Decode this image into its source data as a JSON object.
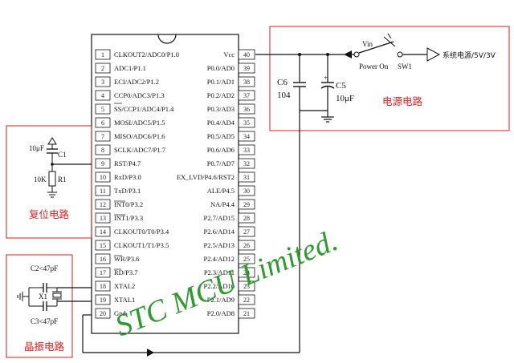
{
  "chip": {
    "left_pins": [
      {
        "num": "1",
        "label": "CLKOUT2/ADC0/P1.0"
      },
      {
        "num": "2",
        "label": "ADC1/P1.1"
      },
      {
        "num": "3",
        "label": "ECI/ADC2/P1.2"
      },
      {
        "num": "4",
        "label": "CCP0/ADC3/P1.3"
      },
      {
        "num": "5",
        "label": "SS/CCP1/ADC4/P1.4"
      },
      {
        "num": "6",
        "label": "MOSI/ADC5/P1.5"
      },
      {
        "num": "7",
        "label": "MISO/ADC6/P1.6"
      },
      {
        "num": "8",
        "label": "SCLK/ADC7/P1.7"
      },
      {
        "num": "9",
        "label": "RST/P4.7"
      },
      {
        "num": "10",
        "label": "RxD/P3.0"
      },
      {
        "num": "11",
        "label": "TxD/P3.1"
      },
      {
        "num": "12",
        "label": "INT0/P3.2"
      },
      {
        "num": "13",
        "label": "INT1/P3.3"
      },
      {
        "num": "14",
        "label": "CLKOUT0/T0/P3.4"
      },
      {
        "num": "15",
        "label": "CLKOUT1/T1/P3.5"
      },
      {
        "num": "16",
        "label": "WR/P3.6"
      },
      {
        "num": "17",
        "label": "RD/P3.7"
      },
      {
        "num": "18",
        "label": "XTAL2"
      },
      {
        "num": "19",
        "label": "XTAL1"
      },
      {
        "num": "20",
        "label": "Gnd"
      }
    ],
    "right_pins": [
      {
        "num": "40",
        "label": "Vcc"
      },
      {
        "num": "39",
        "label": "P0.0/AD0"
      },
      {
        "num": "38",
        "label": "P0.1/AD1"
      },
      {
        "num": "37",
        "label": "P0.2/AD2"
      },
      {
        "num": "36",
        "label": "P0.3/AD3"
      },
      {
        "num": "35",
        "label": "P0.4/AD4"
      },
      {
        "num": "34",
        "label": "P0.5/AD5"
      },
      {
        "num": "33",
        "label": "P0.6/AD6"
      },
      {
        "num": "32",
        "label": "P0.7/AD7"
      },
      {
        "num": "31",
        "label": "EX_LVD/P4.6/RST2"
      },
      {
        "num": "30",
        "label": "ALE/P4.5"
      },
      {
        "num": "29",
        "label": "NA/P4.4"
      },
      {
        "num": "28",
        "label": "P2.7/AD15"
      },
      {
        "num": "27",
        "label": "P2.6/AD14"
      },
      {
        "num": "26",
        "label": "P2.5/AD13"
      },
      {
        "num": "25",
        "label": "P2.4/AD12"
      },
      {
        "num": "24",
        "label": "P2.3/AD11"
      },
      {
        "num": "23",
        "label": "P2.2/AD10"
      },
      {
        "num": "22",
        "label": "P2.1/AD9"
      },
      {
        "num": "21",
        "label": "P2.0/AD8"
      }
    ]
  },
  "power": {
    "vin": "Vin",
    "power_on": "Power On",
    "sw1": "SW1",
    "source": "系统电源/5V/3V",
    "c6_name": "C6",
    "c6_value": "104",
    "c5_name": "C5",
    "c5_value": "10μF",
    "title": "电源电路"
  },
  "reset": {
    "c1_value": "10μF",
    "c1_name": "C1",
    "r1_value": "10K",
    "r1_name": "R1",
    "title": "复位电路"
  },
  "crystal": {
    "c2": "C2<47pF",
    "c3": "C3<47pF",
    "x1": "X1",
    "title": "晶振电路"
  },
  "watermark": {
    "line1": "STC   MCU   Limited."
  },
  "colors": {
    "box_red": "#d81e1e",
    "watermark_green": "#2f9a2f"
  }
}
